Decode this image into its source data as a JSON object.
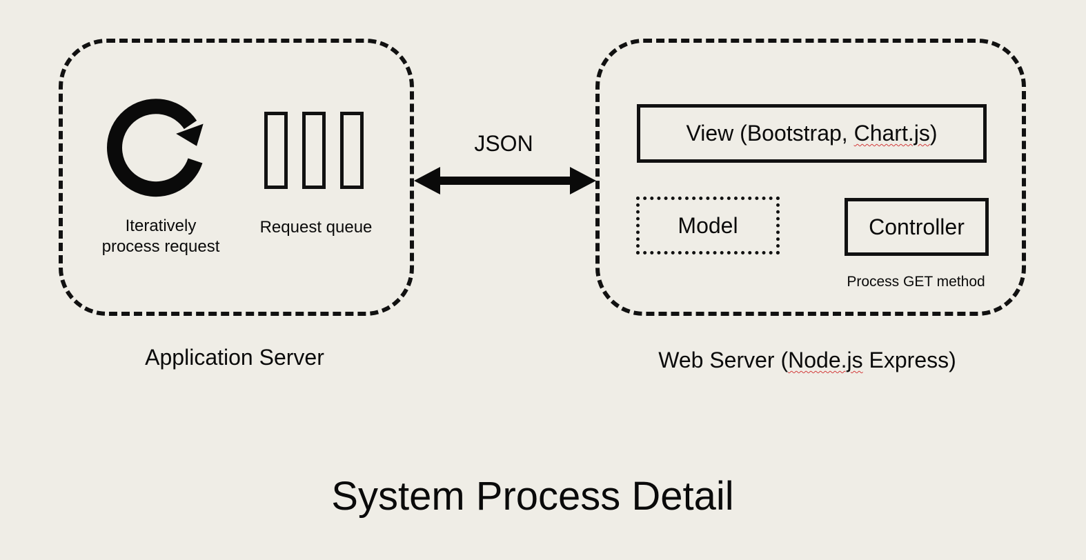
{
  "application_server": {
    "label": "Application Server",
    "loop_label_line1": "Iteratively",
    "loop_label_line2": "process request",
    "queue_label": "Request queue"
  },
  "connection": {
    "label": "JSON"
  },
  "web_server": {
    "label_prefix": "Web Server (",
    "label_mid": "Node.js",
    "label_suffix": " Express)",
    "view_prefix": "View (Bootstrap, ",
    "view_mid": "Chart.js",
    "view_suffix": ")",
    "model_label": "Model",
    "controller_label": "Controller",
    "controller_note": "Process GET method"
  },
  "title": "System Process Detail"
}
